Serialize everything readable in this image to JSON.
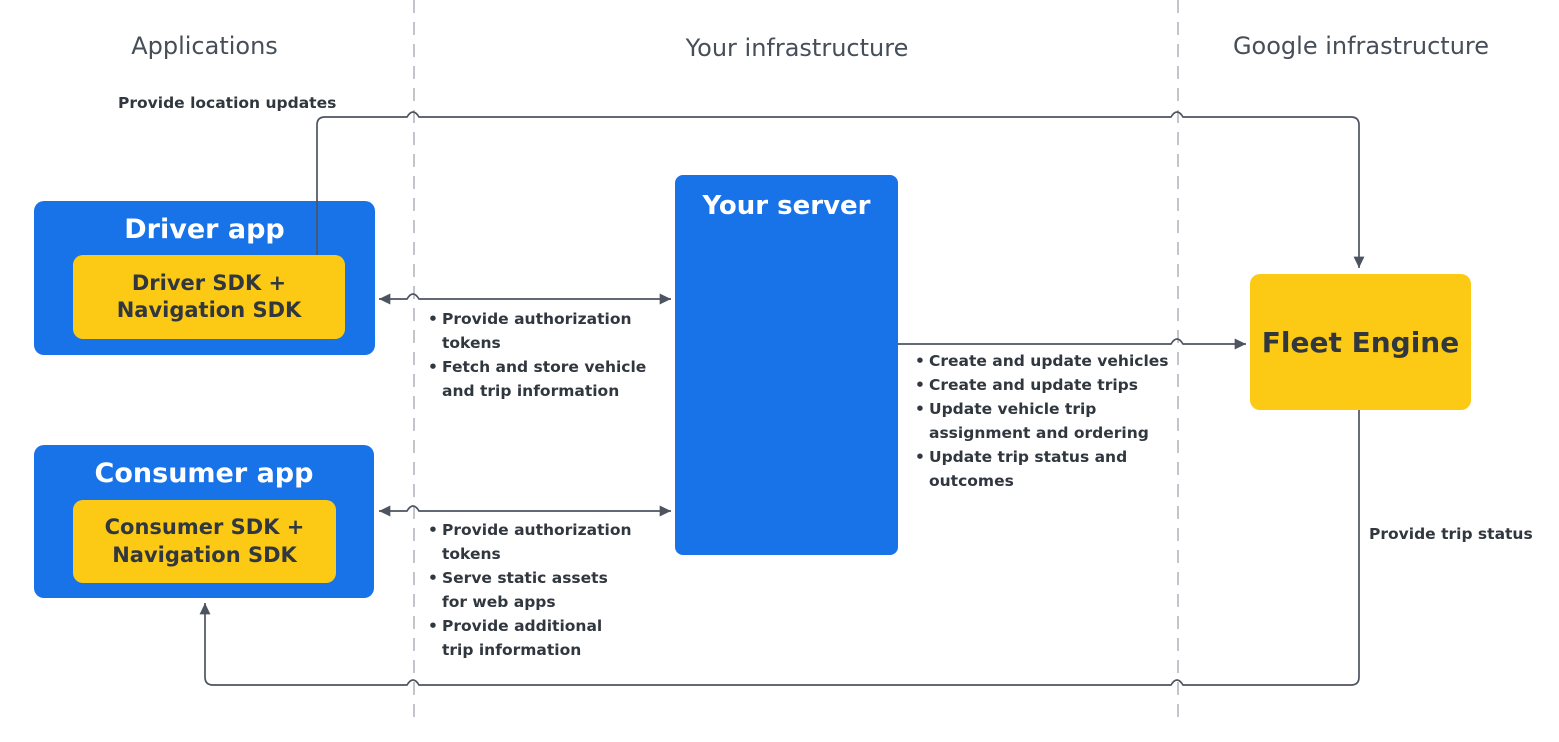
{
  "colors": {
    "blue": "#1973e8",
    "yellow": "#fcca14",
    "ink": "#31373f",
    "header": "#454e59",
    "connector": "#4d5460",
    "divider": "#c2c6cc",
    "white": "#ffffff",
    "bg": "#ffffff"
  },
  "lanes": {
    "applications": {
      "label": "Applications"
    },
    "your_infrastructure": {
      "label": "Your infrastructure"
    },
    "google_infrastructure": {
      "label": "Google infrastructure"
    }
  },
  "nodes": {
    "driver_app": {
      "title": "Driver app",
      "sdk": "Driver SDK +\nNavigation SDK"
    },
    "consumer_app": {
      "title": "Consumer app",
      "sdk": "Consumer SDK +\nNavigation SDK"
    },
    "your_server": {
      "title": "Your server"
    },
    "fleet_engine": {
      "title": "Fleet Engine"
    }
  },
  "edges": {
    "location_updates": {
      "label": "Provide location updates"
    },
    "trip_status": {
      "label": "Provide trip status"
    },
    "driver_server": {
      "bullets": [
        "Provide authorization\ntokens",
        "Fetch and store vehicle\nand trip information"
      ]
    },
    "consumer_server": {
      "bullets": [
        "Provide authorization\ntokens",
        "Serve static assets\nfor web apps",
        "Provide additional\ntrip information"
      ]
    },
    "server_fleet": {
      "bullets": [
        "Create and update vehicles",
        "Create and update trips",
        "Update vehicle trip\nassignment and ordering",
        "Update trip status and\noutcomes"
      ]
    }
  }
}
